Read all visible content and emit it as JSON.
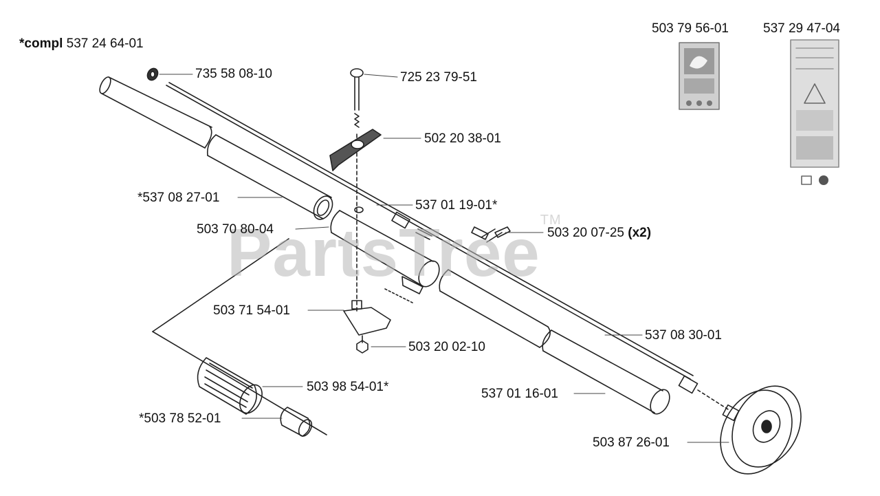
{
  "assembly": {
    "prefix": "*compl",
    "number": "537 24 64-01"
  },
  "watermark": {
    "brand": "PartsTree",
    "mark": "TM"
  },
  "decals": [
    {
      "part": "503 79 56-01"
    },
    {
      "part": "537 29 47-04"
    }
  ],
  "parts": {
    "p1": "735 58 08-10",
    "p2": "725 23 79-51",
    "p3": "502 20 38-01",
    "p4": "*537 08 27-01",
    "p5": "537 01 19-01*",
    "p6": "503 70 80-04",
    "p7": "503 20 07-25",
    "p7_qty": "(x2)",
    "p8": "503 71 54-01",
    "p9": "503 20 02-10",
    "p10": "537 08 30-01",
    "p11": "503 98 54-01*",
    "p12": "537 01 16-01",
    "p13": "*503 78 52-01",
    "p14": "503 87 26-01"
  }
}
